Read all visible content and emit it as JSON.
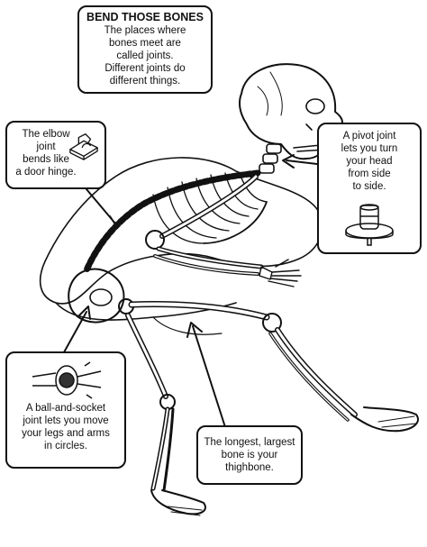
{
  "intro": {
    "title": "BEND THOSE BONES",
    "lines": [
      "The places where",
      "bones meet are",
      "called joints.",
      "Different joints do",
      "different things."
    ]
  },
  "elbow": {
    "lines": [
      "The elbow joint",
      "bends like",
      "a door hinge."
    ]
  },
  "pivot": {
    "lines": [
      "A pivot joint",
      "lets you turn",
      "your head",
      "from side",
      "to side."
    ]
  },
  "ball": {
    "lines": [
      "A ball-and-socket",
      "joint lets you move",
      "your legs and arms",
      "in circles."
    ]
  },
  "thigh": {
    "lines": [
      "The longest, largest",
      "bone is your",
      "thighbone."
    ]
  }
}
